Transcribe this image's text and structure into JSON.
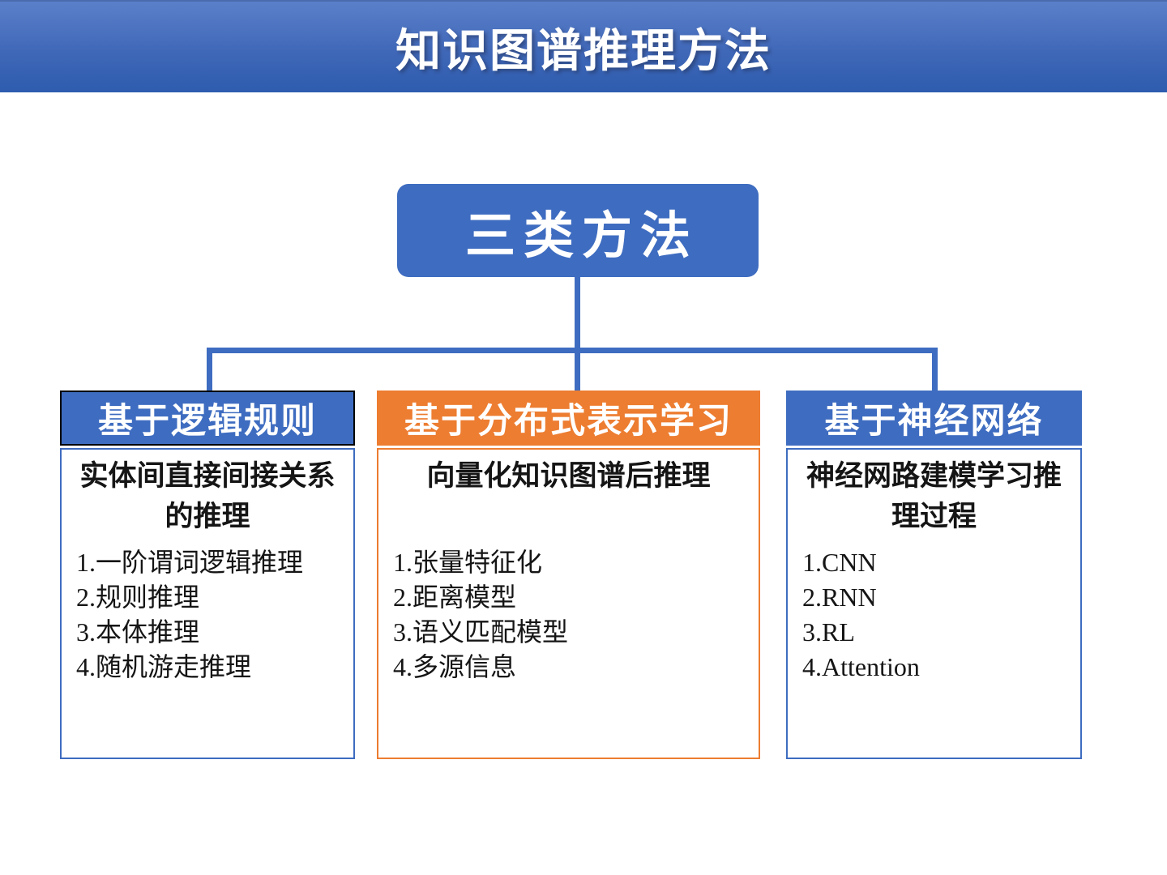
{
  "page": {
    "title": "知识图谱推理方法"
  },
  "root_node": {
    "label": "三类方法"
  },
  "colors": {
    "banner_blue_top": "#5b80ca",
    "banner_blue_bottom": "#2e5cae",
    "node_blue": "#3e6cc0",
    "accent_orange": "#ed7d31",
    "header_border_black": "#000000",
    "text_black": "#151515",
    "text_white": "#ffffff"
  },
  "branches": [
    {
      "header": "基于逻辑规则",
      "accent": "#3e6cc0",
      "title": "实体间直接间接关系的推理",
      "items": [
        "1.一阶谓词逻辑推理",
        "2.规则推理",
        "3.本体推理",
        "4.随机游走推理"
      ]
    },
    {
      "header": "基于分布式表示学习",
      "accent": "#ed7d31",
      "title": "向量化知识图谱后推理",
      "items": [
        "1.张量特征化",
        "2.距离模型",
        "3.语义匹配模型",
        "4.多源信息"
      ]
    },
    {
      "header": "基于神经网络",
      "accent": "#3e6cc0",
      "title": "神经网路建模学习推理过程",
      "items": [
        "1.CNN",
        "2.RNN",
        "3.RL",
        "4.Attention"
      ]
    }
  ]
}
